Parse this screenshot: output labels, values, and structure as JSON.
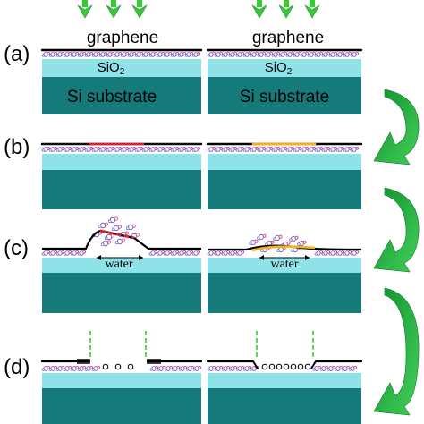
{
  "panels": {
    "a": "(a)",
    "b": "(b)",
    "c": "(c)",
    "d": "(d)"
  },
  "layers": {
    "graphene_left": "graphene",
    "graphene_right": "graphene",
    "sio2_left": "SiO",
    "sio2_right": "SiO",
    "sio2_subscript": "2",
    "substrate_left": "Si substrate",
    "substrate_right": "Si substrate"
  },
  "water_left": "water",
  "water_right": "water",
  "colors": {
    "sio2": "#8fe3e8",
    "substrate": "#167a7a",
    "graphene": "#000000",
    "oxidized_left": "#e0202a",
    "oxidized_right": "#f2b21b",
    "arrow": "#1ea83a",
    "laser": "#33cc33",
    "molecule": "#7a4fc2"
  }
}
